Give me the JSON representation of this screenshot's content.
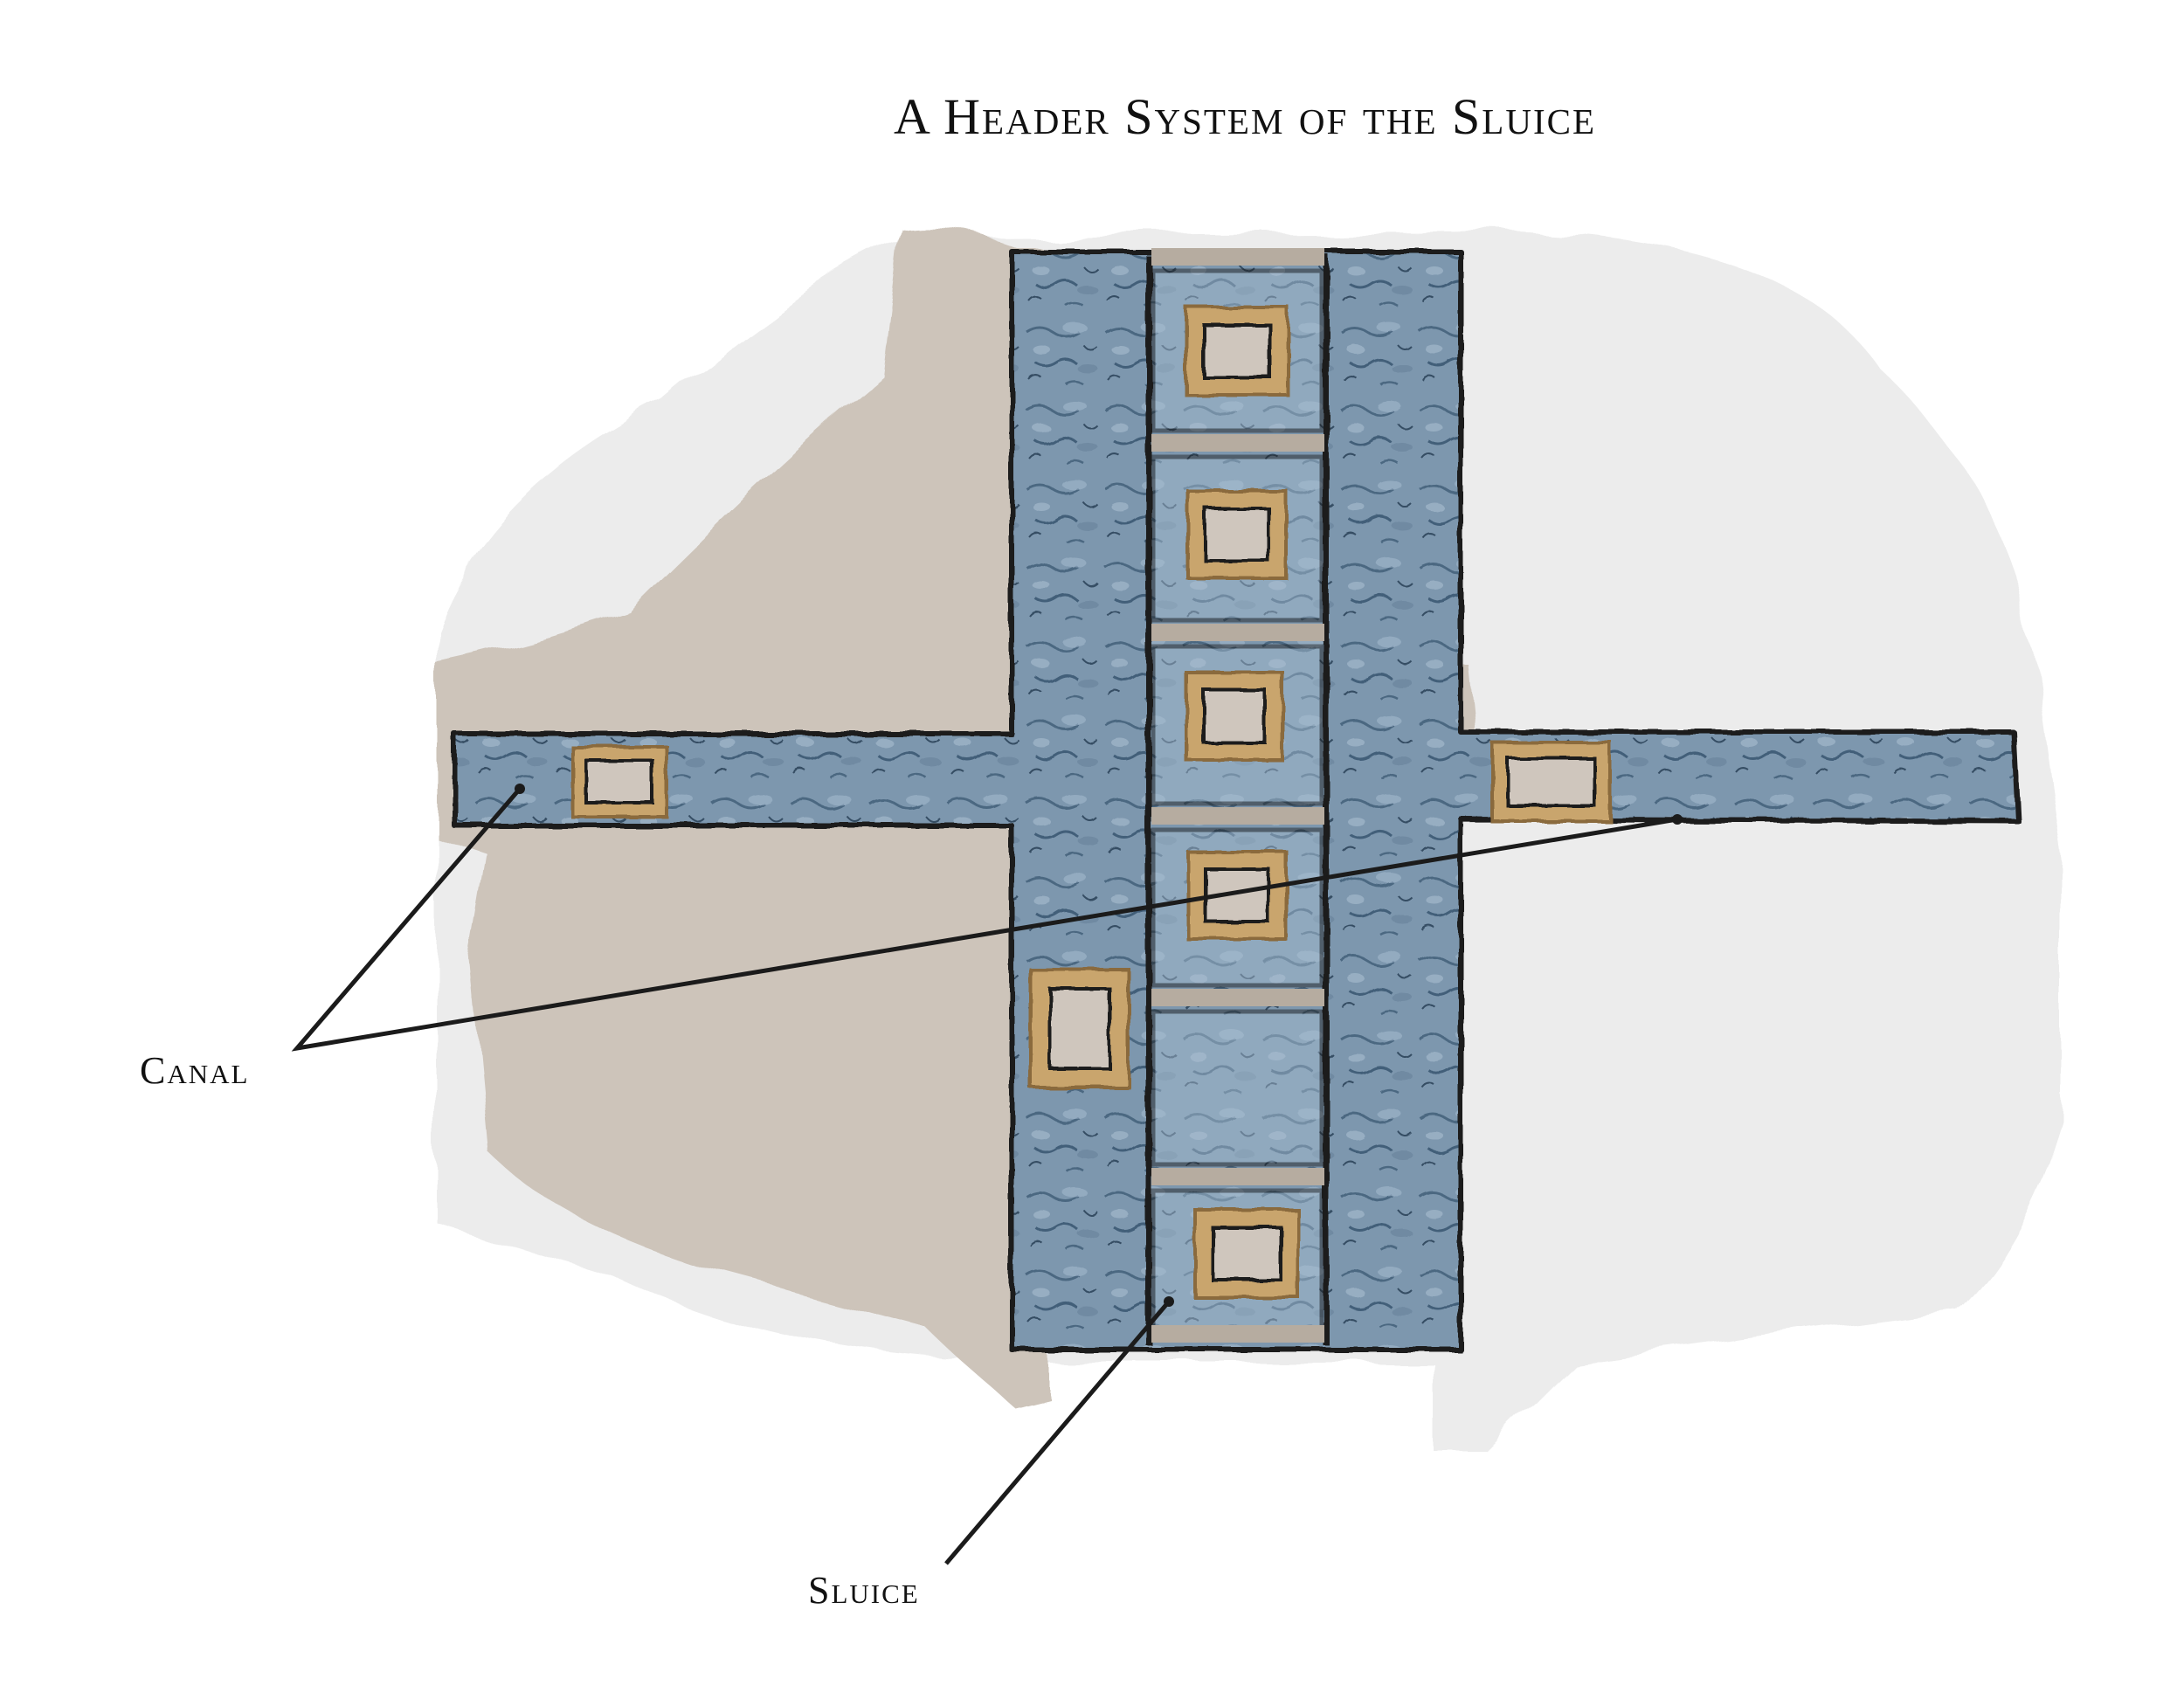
{
  "title": "A Header System of the Sluice",
  "labels": {
    "canal": "Canal",
    "sluice": "Sluice"
  },
  "colors": {
    "water_base": "#7d97ae",
    "water_dark": "#516f88",
    "water_light": "#a9bfd2",
    "gate_frame": "#c9a56d",
    "gate_inner": "#cfc6bd",
    "shadow": "#cdc4ba",
    "haze": "#ececec",
    "outline": "#1b1b1b",
    "divider": "#b6aca0"
  },
  "icons": {
    "gate": "sluice-gate-icon"
  }
}
